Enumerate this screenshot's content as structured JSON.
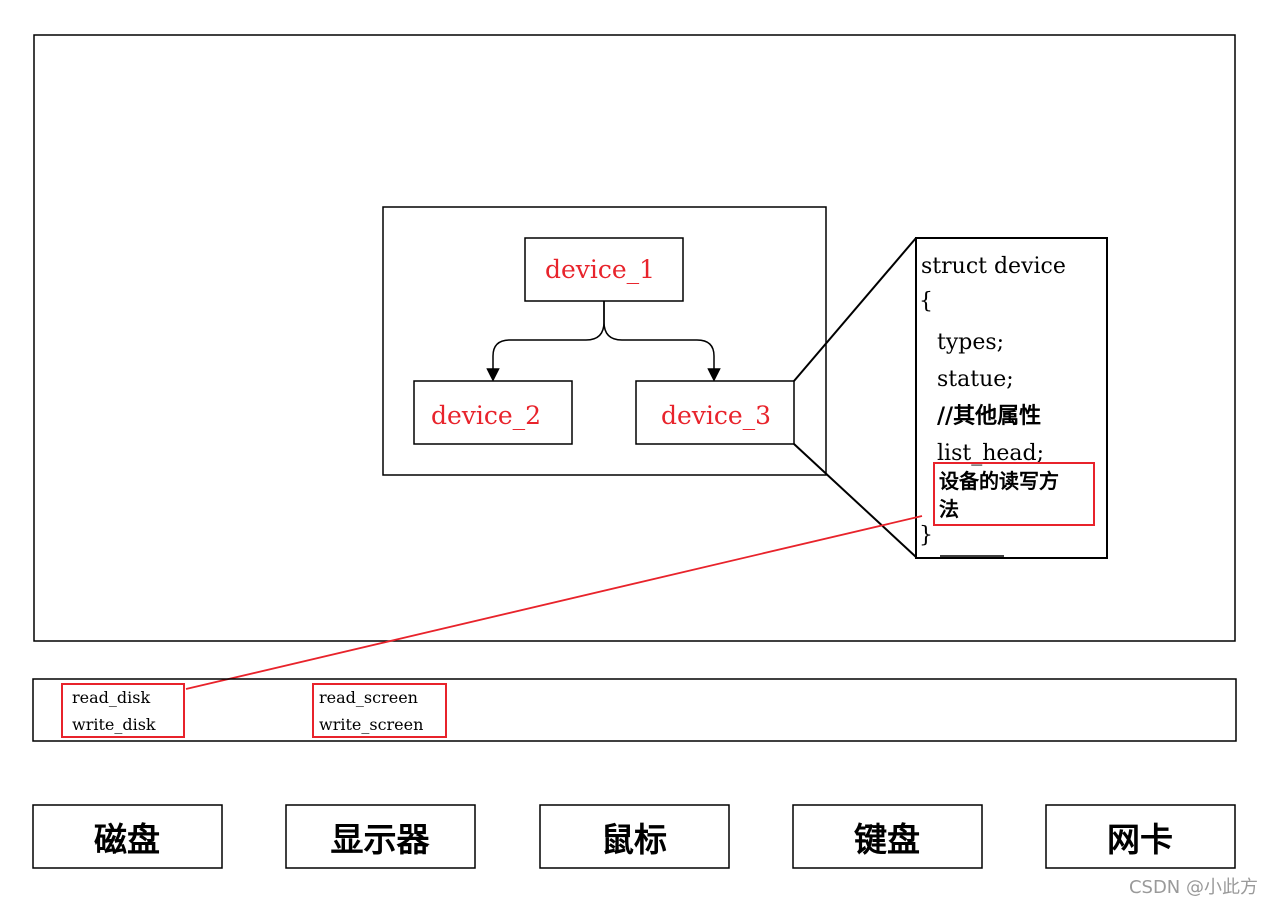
{
  "colors": {
    "accent_red": "#e8232b",
    "black": "#000000",
    "watermark_gray": "#9a9a9a",
    "background": "#ffffff"
  },
  "device_tree": {
    "root": "device_1",
    "children": [
      "device_2",
      "device_3"
    ]
  },
  "struct_panel": {
    "lines": [
      "struct device",
      "{",
      "types;",
      "statue;",
      "//其他属性",
      "list_head;"
    ],
    "methods_line1": "设备的读写方",
    "methods_line2": "法",
    "closing_brace": "}"
  },
  "driver_methods": {
    "disk": [
      "read_disk",
      "write_disk"
    ],
    "screen": [
      "read_screen",
      "write_screen"
    ]
  },
  "hardware": [
    "磁盘",
    "显示器",
    "鼠标",
    "键盘",
    "网卡"
  ],
  "watermark": "CSDN @小此方"
}
